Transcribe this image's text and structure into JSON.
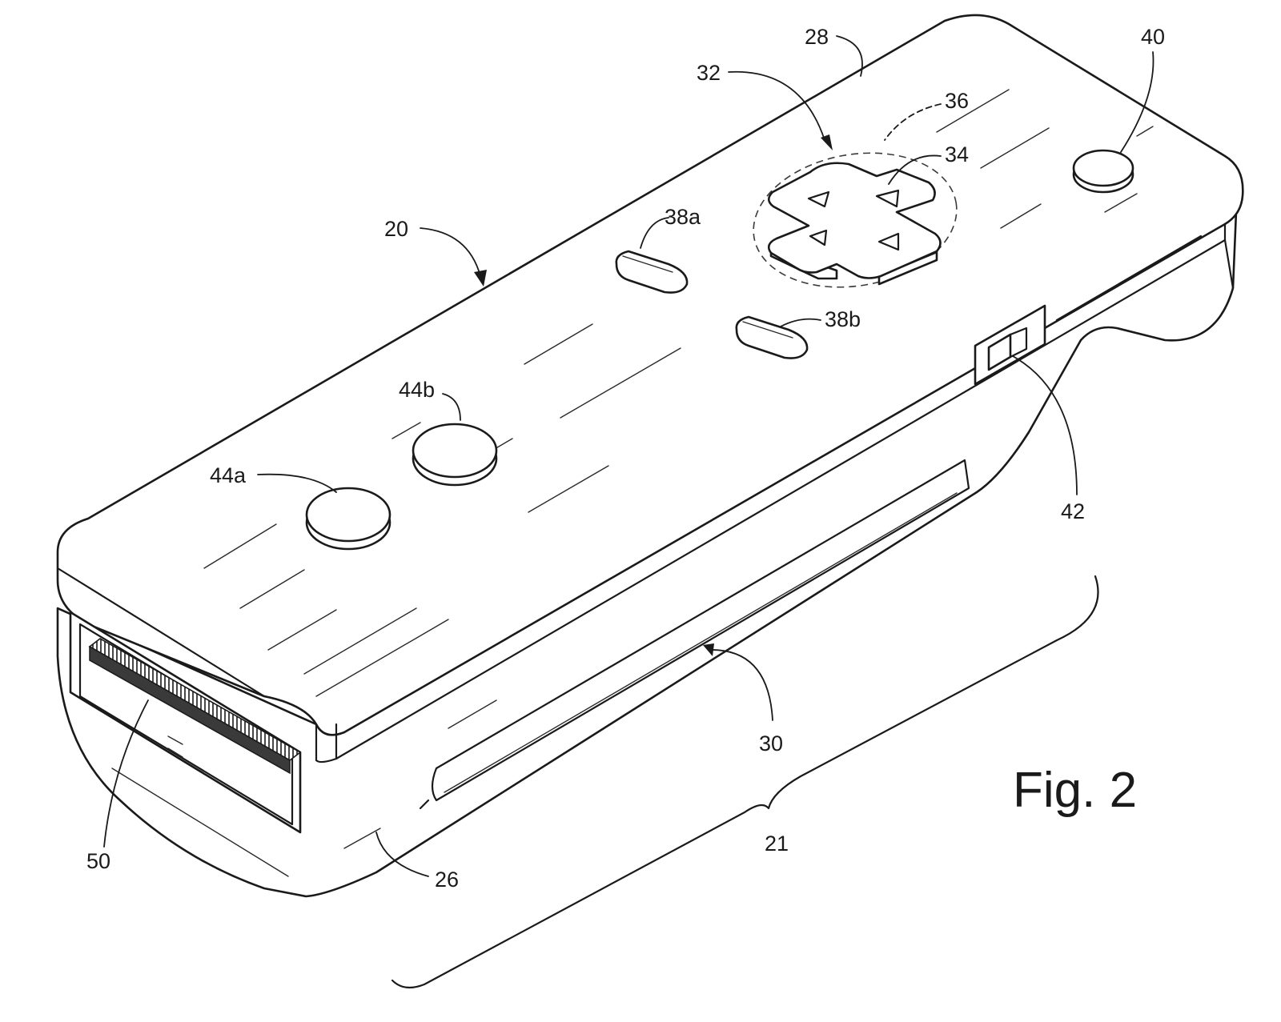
{
  "figure": {
    "caption": "Fig. 2"
  },
  "labels": {
    "l20": "20",
    "l21": "21",
    "l26": "26",
    "l28": "28",
    "l30": "30",
    "l32": "32",
    "l34": "34",
    "l36": "36",
    "l38a": "38a",
    "l38b": "38b",
    "l40": "40",
    "l42": "42",
    "l44a": "44a",
    "l44b": "44b",
    "l50": "50"
  },
  "colors": {
    "ink": "#1a1a1a",
    "paper": "#ffffff"
  }
}
